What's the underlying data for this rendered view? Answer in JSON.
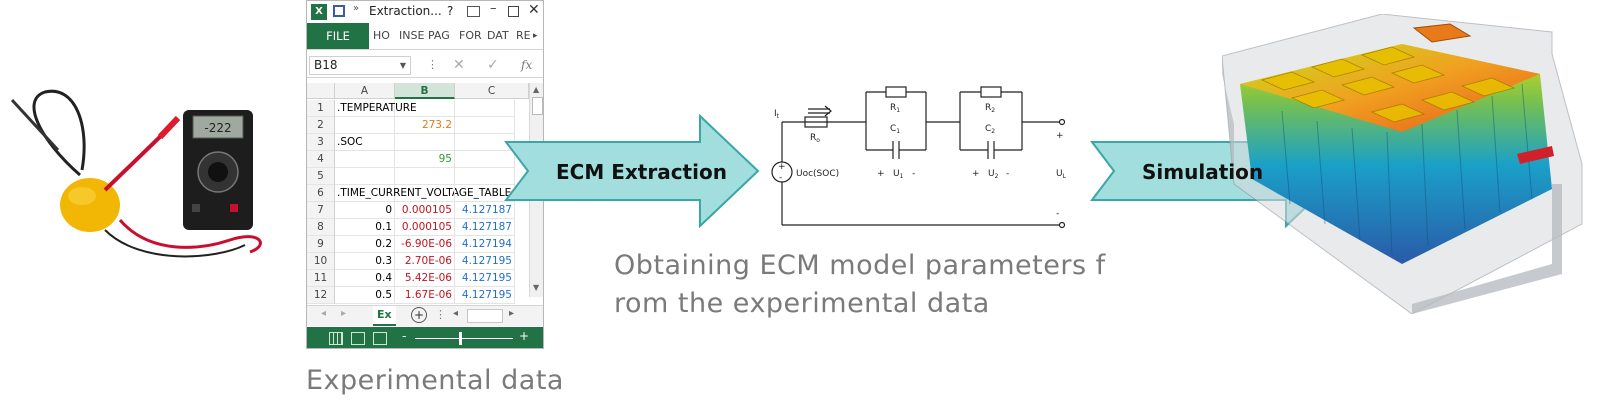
{
  "excel": {
    "title": "Extraction...",
    "title_help": "?",
    "file_tab": "FILE",
    "tabs": [
      "HO",
      "INSE",
      "PAG",
      "FOR",
      "DAT",
      "RE"
    ],
    "name_box": "B18",
    "formula_fx": "fx",
    "col_headers": [
      "A",
      "B",
      "C"
    ],
    "rows": [
      {
        "n": "1",
        "a": ".TEMPERATURE",
        "b": "",
        "c": ""
      },
      {
        "n": "2",
        "a": "",
        "b": "273.2",
        "c": ""
      },
      {
        "n": "3",
        "a": ".SOC",
        "b": "",
        "c": ""
      },
      {
        "n": "4",
        "a": "",
        "b": "95",
        "c": ""
      },
      {
        "n": "5",
        "a": "",
        "b": "",
        "c": ""
      },
      {
        "n": "6",
        "a": ".TIME_CURRENT_VOLTAGE_TABLE",
        "b": "",
        "c": ""
      },
      {
        "n": "7",
        "a": "0",
        "b": "0.000105",
        "c": "4.127187"
      },
      {
        "n": "8",
        "a": "0.1",
        "b": "0.000105",
        "c": "4.127187"
      },
      {
        "n": "9",
        "a": "0.2",
        "b": "-6.90E-06",
        "c": "4.127194"
      },
      {
        "n": "10",
        "a": "0.3",
        "b": "2.70E-06",
        "c": "4.127195"
      },
      {
        "n": "11",
        "a": "0.4",
        "b": "5.42E-06",
        "c": "4.127195"
      },
      {
        "n": "12",
        "a": "0.5",
        "b": "1.67E-06",
        "c": "4.127195"
      }
    ],
    "sheet_tab": "Ex",
    "status_minus": "-",
    "status_plus": "+"
  },
  "captions": {
    "experimental": "Experimental data",
    "obtaining_line1": "Obtaining ECM model parameters f",
    "obtaining_line2": "rom the experimental data"
  },
  "arrows": {
    "ecm": "ECM Extraction",
    "simulation": "Simulation"
  },
  "circuit": {
    "it": "I",
    "it_sub": "t",
    "r0": "R",
    "r0_sub": "o",
    "r1": "R",
    "r1_sub": "1",
    "c1": "C",
    "c1_sub": "1",
    "r2": "R",
    "r2_sub": "2",
    "c2": "C",
    "c2_sub": "2",
    "uoc": "Uoc(SOC)",
    "u1": "U",
    "u1_sub": "1",
    "u2": "U",
    "u2_sub": "2",
    "ul": "U",
    "ul_sub": "L",
    "plus": "+",
    "minus": "-"
  },
  "colors": {
    "excel_green": "#217346",
    "arrow_fill": "#a2dedd",
    "arrow_stroke": "#3aa6a6",
    "orange": "#e07b1a",
    "green": "#2e9e2e",
    "red": "#c0141e",
    "blue": "#1f6fcf"
  }
}
